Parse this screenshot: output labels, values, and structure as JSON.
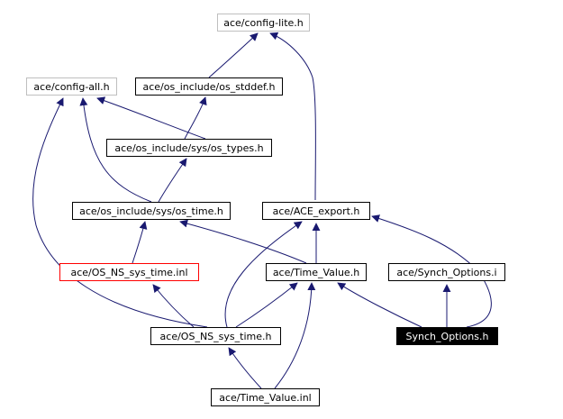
{
  "colors": {
    "edge": "#191970",
    "external_border": "#bfbfbf",
    "highlight_border": "#ff0000",
    "root_fill": "#000000",
    "root_text": "#ffffff"
  },
  "nodes": {
    "config_lite": "ace/config-lite.h",
    "config_all": "ace/config-all.h",
    "os_stddef": "ace/os_include/os_stddef.h",
    "os_types": "ace/os_include/sys/os_types.h",
    "os_time": "ace/os_include/sys/os_time.h",
    "ace_export": "ace/ACE_export.h",
    "os_ns_sys_time_inl": "ace/OS_NS_sys_time.inl",
    "time_value": "ace/Time_Value.h",
    "synch_options_i": "ace/Synch_Options.i",
    "os_ns_sys_time": "ace/OS_NS_sys_time.h",
    "synch_options": "Synch_Options.h",
    "time_value_inl": "ace/Time_Value.inl"
  }
}
